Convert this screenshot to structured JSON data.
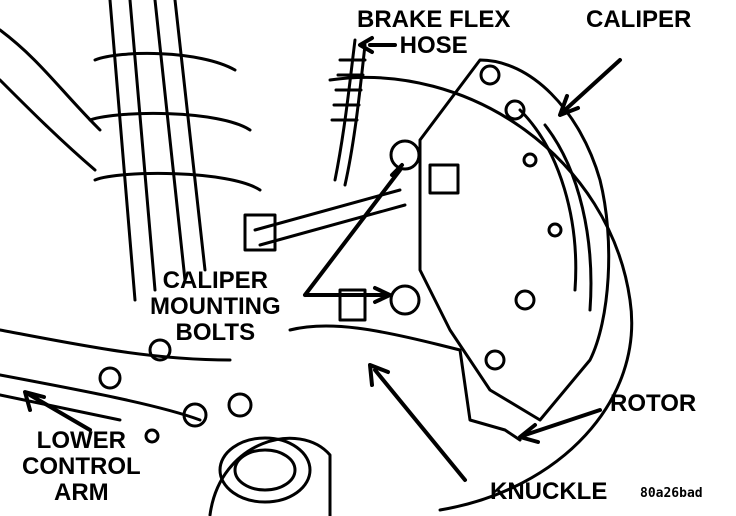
{
  "labels": {
    "brake_flex_hose": [
      "BRAKE FLEX",
      "HOSE"
    ],
    "caliper": "CALIPER",
    "caliper_mounting_bolts": [
      "CALIPER",
      "MOUNTING",
      "BOLTS"
    ],
    "rotor": "ROTOR",
    "knuckle": "KNUCKLE",
    "lower_control_arm": [
      "LOWER",
      "CONTROL",
      "ARM"
    ]
  },
  "figure_code": "80a26bad",
  "colors": {
    "ink": "#000000",
    "paper": "#ffffff"
  }
}
